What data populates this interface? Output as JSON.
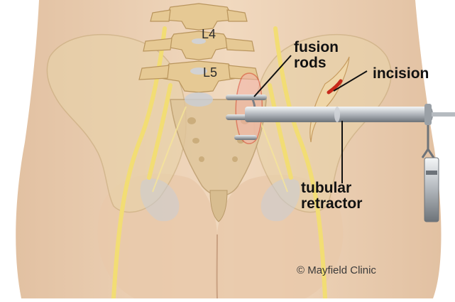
{
  "labels": {
    "fusion_rods": [
      "fusion",
      "rods"
    ],
    "incision": "incision",
    "tubular_retractor": [
      "tubular",
      "retractor"
    ],
    "vertebra_l4": "L4",
    "vertebra_l5": "L5"
  },
  "copyright": "© Mayfield Clinic",
  "colors": {
    "skin": "#edd2b6",
    "bone": "#e8d2a9",
    "nerve": "#f2dd74",
    "rod": "#9aa0a6",
    "incision": "#c72a1c"
  }
}
